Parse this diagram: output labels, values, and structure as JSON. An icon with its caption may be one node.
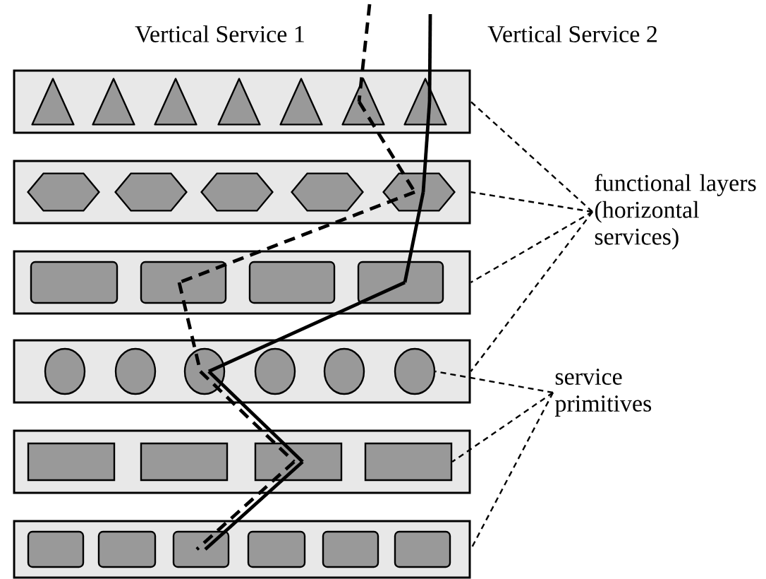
{
  "diagram": {
    "nodes": [
      {
        "text": [],
        "shape": "bar"
      },
      {
        "text": [],
        "shape": "triangle",
        "in": 0
      },
      {
        "text": [],
        "shape": "triangle",
        "in": 0
      },
      {
        "text": [],
        "shape": "triangle",
        "in": 0
      },
      {
        "text": [],
        "shape": "triangle",
        "in": 0
      },
      {
        "text": [],
        "shape": "triangle",
        "in": 0
      },
      {
        "text": [],
        "shape": "triangle",
        "in": 0
      },
      {
        "text": [],
        "shape": "triangle",
        "in": 0
      },
      {
        "text": [],
        "shape": "bar"
      },
      {
        "text": [],
        "shape": "hexagon",
        "in": 8
      },
      {
        "text": [],
        "shape": "hexagon",
        "in": 8
      },
      {
        "text": [],
        "shape": "hexagon",
        "in": 8
      },
      {
        "text": [],
        "shape": "hexagon",
        "in": 8
      },
      {
        "text": [],
        "shape": "hexagon",
        "in": 8
      },
      {
        "text": [],
        "shape": "bar"
      },
      {
        "text": [],
        "shape": "box",
        "in": 14
      },
      {
        "text": [],
        "shape": "box",
        "in": 14
      },
      {
        "text": [],
        "shape": "box",
        "in": 14
      },
      {
        "text": [],
        "shape": "box",
        "in": 14
      },
      {
        "text": [],
        "shape": "bar"
      },
      {
        "text": [],
        "shape": "circle",
        "in": 19
      },
      {
        "text": [],
        "shape": "circle",
        "in": 19
      },
      {
        "text": [],
        "shape": "circle",
        "in": 19
      },
      {
        "text": [],
        "shape": "circle",
        "in": 19
      },
      {
        "text": [],
        "shape": "circle",
        "in": 19
      },
      {
        "text": [],
        "shape": "circle",
        "in": 19
      },
      {
        "text": [],
        "shape": "bar"
      },
      {
        "text": [],
        "shape": "box",
        "in": 26
      },
      {
        "text": [],
        "shape": "box",
        "in": 26
      },
      {
        "text": [],
        "shape": "box",
        "in": 26
      },
      {
        "text": [],
        "shape": "box",
        "in": 26
      },
      {
        "text": [],
        "shape": "bar"
      },
      {
        "text": [],
        "shape": "box",
        "in": 31
      },
      {
        "text": [],
        "shape": "box",
        "in": 31
      },
      {
        "text": [],
        "shape": "box",
        "in": 31
      },
      {
        "text": [],
        "shape": "box",
        "in": 31
      },
      {
        "text": [],
        "shape": "box",
        "in": 31
      },
      {
        "text": [],
        "shape": "box",
        "in": 31
      },
      {
        "text": [
          "functional layers (horizontal services)"
        ]
      },
      {
        "text": [
          "service primitives"
        ]
      }
    ],
    "edges": [
      {
        "from": null,
        "to": 6,
        "arrow": "none",
        "style": "dashed"
      },
      {
        "from": 6,
        "to": 13,
        "arrow": "none",
        "style": "dashed"
      },
      {
        "from": 13,
        "to": 16,
        "arrow": "none",
        "style": "dashed"
      },
      {
        "from": 16,
        "to": 22,
        "arrow": "none",
        "style": "dashed"
      },
      {
        "from": 22,
        "to": 29,
        "arrow": "none",
        "style": "dashed"
      },
      {
        "from": 29,
        "to": 34,
        "arrow": "none",
        "style": "dashed"
      },
      {
        "from": null,
        "to": 7,
        "arrow": "none"
      },
      {
        "from": 7,
        "to": 13,
        "arrow": "none"
      },
      {
        "from": 13,
        "to": 18,
        "arrow": "none"
      },
      {
        "from": 18,
        "to": 22,
        "arrow": "none"
      },
      {
        "from": 22,
        "to": 29,
        "arrow": "none"
      },
      {
        "from": 29,
        "to": 34,
        "arrow": "none"
      },
      {
        "from": 38,
        "to": 0,
        "arrow": "none",
        "style": "dashed"
      },
      {
        "from": 38,
        "to": 8,
        "arrow": "none",
        "style": "dashed"
      },
      {
        "from": 38,
        "to": 14,
        "arrow": "none",
        "style": "dashed"
      },
      {
        "from": 38,
        "to": 19,
        "arrow": "none",
        "style": "dashed"
      },
      {
        "from": 39,
        "to": 25,
        "arrow": "none",
        "style": "dashed"
      },
      {
        "from": 39,
        "to": 30,
        "arrow": "none",
        "style": "dashed"
      },
      {
        "from": 39,
        "to": 31,
        "arrow": "none",
        "style": "dashed"
      }
    ],
    "labels": [
      "Vertical Service 1",
      "Vertical Service 2"
    ]
  }
}
